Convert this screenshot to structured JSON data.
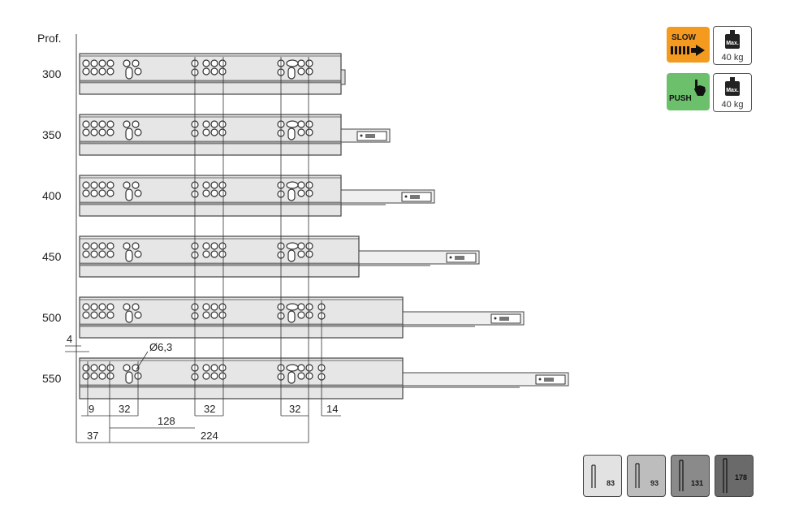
{
  "depth_header": "Prof.",
  "depths": [
    "300",
    "350",
    "400",
    "450",
    "500",
    "550"
  ],
  "dims": {
    "offset_top": "4",
    "hole_diameter": "Ø6,3",
    "d9": "9",
    "d32a": "32",
    "d128": "128",
    "d32b": "32",
    "d32c": "32",
    "d14": "14",
    "d37": "37",
    "d224": "224"
  },
  "badges": {
    "slow_label": "SLOW",
    "push_label": "PUSH",
    "weight_top": "Max.",
    "weight_value": "40 kg"
  },
  "heights": [
    "83",
    "93",
    "131",
    "178"
  ],
  "colors": {
    "slow": "#f39a1f",
    "push": "#6cc06c",
    "rail": "#e6e6e6",
    "rail_stroke": "#444444",
    "tile_1": "#e2e2e2",
    "tile_2": "#bdbdbd",
    "tile_3": "#8a8a8a",
    "tile_4": "#6a6a6a"
  }
}
